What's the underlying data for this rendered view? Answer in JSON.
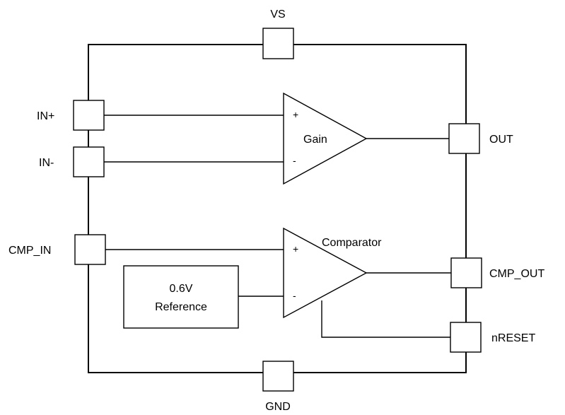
{
  "pins": {
    "vs": "VS",
    "gnd": "GND",
    "in_plus": "IN+",
    "in_minus": "IN-",
    "out": "OUT",
    "cmp_in": "CMP_IN",
    "cmp_out": "CMP_OUT",
    "nreset": "nRESET"
  },
  "amplifier": {
    "label": "Gain",
    "plus": "+",
    "minus": "-"
  },
  "comparator": {
    "label": "Comparator",
    "plus": "+",
    "minus": "-"
  },
  "reference": {
    "line1": "0.6V",
    "line2": "Reference"
  }
}
